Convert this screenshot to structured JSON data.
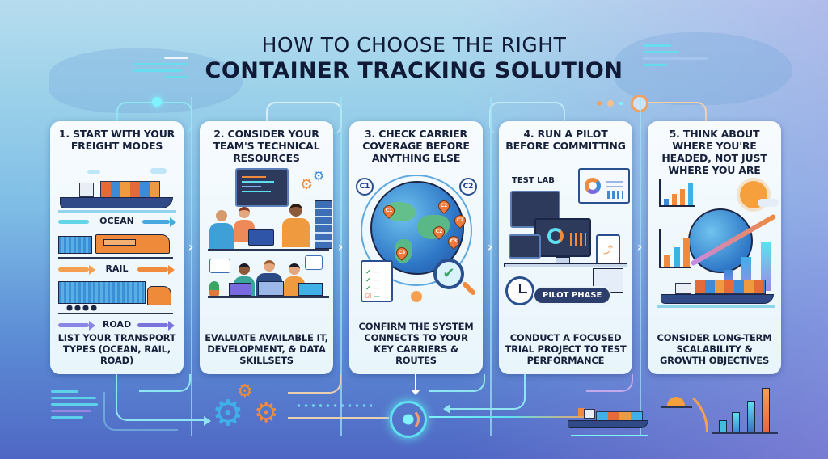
{
  "header": {
    "title_line1": "HOW TO CHOOSE THE RIGHT",
    "title_line2": "CONTAINER TRACKING SOLUTION"
  },
  "steps": [
    {
      "number": "1",
      "title": "1. START WITH YOUR FREIGHT MODES",
      "description": "LIST YOUR TRANSPORT TYPES (OCEAN, RAIL, ROAD)",
      "illustration": "freight-modes",
      "labels": [
        "OCEAN",
        "RAIL",
        "ROAD"
      ],
      "icons": [
        "container-ship-icon",
        "freight-train-icon",
        "semi-truck-icon"
      ]
    },
    {
      "number": "2",
      "title": "2. CONSIDER YOUR TEAM'S TECHNICAL RESOURCES",
      "description": "EVALUATE AVAILABLE IT, DEVELOPMENT, & DATA SKILLSETS",
      "illustration": "team-at-work",
      "icons": [
        "code-editor-icon",
        "gear-icon",
        "server-rack-icon",
        "team-people-icon",
        "laptop-icon"
      ]
    },
    {
      "number": "3",
      "title": "3. CHECK CARRIER COVERAGE BEFORE ANYTHING ELSE",
      "description": "CONFIRM THE SYSTEM CONNECTS TO YOUR KEY CARRIERS & ROUTES",
      "illustration": "globe-carrier-network",
      "labels": [
        "C1",
        "C2",
        "C3"
      ],
      "icons": [
        "globe-icon",
        "checklist-icon",
        "magnifier-check-icon"
      ]
    },
    {
      "number": "4",
      "title": "4. RUN A PILOT BEFORE COMMITTING",
      "description": "CONDUCT A FOCUSED TRIAL PROJECT TO TEST PERFORMANCE",
      "illustration": "test-lab",
      "labels": [
        "TEST LAB",
        "PILOT PHASE"
      ],
      "icons": [
        "monitor-dashboard-icon",
        "clock-icon",
        "clipboard-chart-icon"
      ]
    },
    {
      "number": "5",
      "title": "5. THINK ABOUT WHERE YOU'RE HEADED, NOT JUST WHERE YOU ARE",
      "description": "CONSIDER LONG-TERM SCALABILITY & GROWTH OBJECTIVES",
      "illustration": "growth-outlook",
      "icons": [
        "bar-chart-up-icon",
        "sun-icon",
        "globe-network-icon",
        "trend-arrow-icon",
        "container-ship-icon"
      ]
    }
  ],
  "chevron": "›",
  "colors": {
    "title": "#101a36",
    "card_bg": "#f3f9fd",
    "accent_cyan": "#5fe0ee",
    "accent_orange": "#f08a3c",
    "accent_navy": "#2c3e6b",
    "bg_top": "#b7dcef",
    "bg_bottom": "#4f67c4"
  }
}
